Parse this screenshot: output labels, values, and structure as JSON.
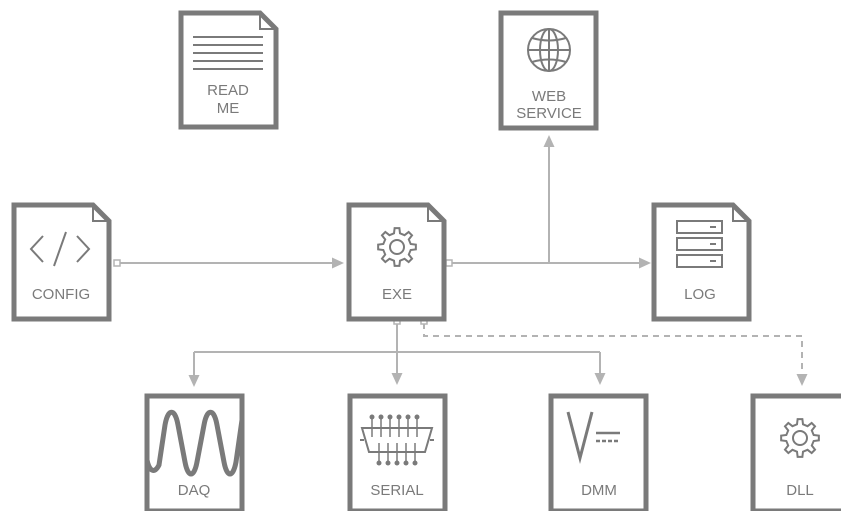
{
  "nodes": {
    "readme": {
      "line1": "READ",
      "line2": "ME"
    },
    "webservice": {
      "line1": "WEB",
      "line2": "SERVICE"
    },
    "config": {
      "label": "CONFIG"
    },
    "exe": {
      "label": "EXE"
    },
    "log": {
      "label": "LOG"
    },
    "daq": {
      "label": "DAQ"
    },
    "serial": {
      "label": "SERIAL"
    },
    "dmm": {
      "label": "DMM"
    },
    "dll": {
      "label": "DLL"
    }
  },
  "icons": {
    "readme": "text-lines-icon",
    "webservice": "globe-icon",
    "config": "code-brackets-icon",
    "exe": "gear-icon",
    "log": "server-stack-icon",
    "daq": "waveform-icon",
    "serial": "db-connector-icon",
    "dmm": "dc-voltage-icon",
    "dll": "gear-icon"
  },
  "colors": {
    "node_stroke": "#7a7a7a",
    "connector": "#b3b3b3"
  }
}
